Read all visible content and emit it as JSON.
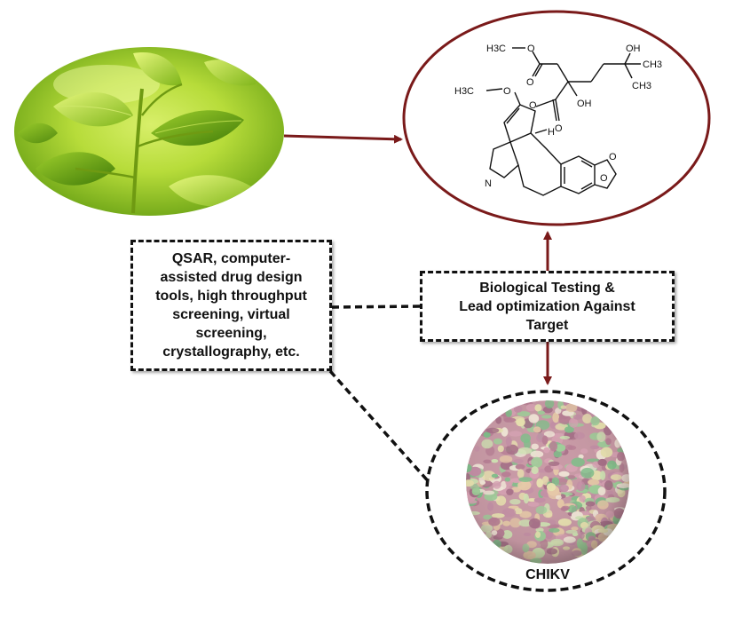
{
  "methods_box": {
    "lines": [
      "QSAR, computer-",
      "assisted drug design",
      "tools, high throughput",
      "screening, virtual",
      "screening,",
      "crystallography, etc."
    ]
  },
  "testing_box": {
    "lines": [
      "Biological Testing &",
      "Lead optimization Against",
      "Target"
    ]
  },
  "virus": {
    "label": "CHIKV"
  },
  "molecule_labels": {
    "h3c_top": "H3C",
    "o_ester_top": "O",
    "o_carbonyl_top": "O",
    "oh_top": "OH",
    "ch3_right_top": "CH3",
    "ch3_right_bottom": "CH3",
    "oh_center": "OH",
    "h3c_methoxy": "H3C",
    "o_methoxy": "O",
    "o_ester_ring": "O",
    "o_carbonyl_mid": "O",
    "h_label": "H",
    "n_label": "N",
    "o_dioxole_top": "O",
    "o_dioxole_bottom": "O"
  },
  "colors": {
    "arrow": "#7a1a1a",
    "ellipse_border": "#7a1a1a",
    "dashed_border": "#111111"
  },
  "icons": {
    "leaf_image": "tea-leaf-illustration",
    "virus_image": "chikv-virus-capsid-illustration"
  }
}
